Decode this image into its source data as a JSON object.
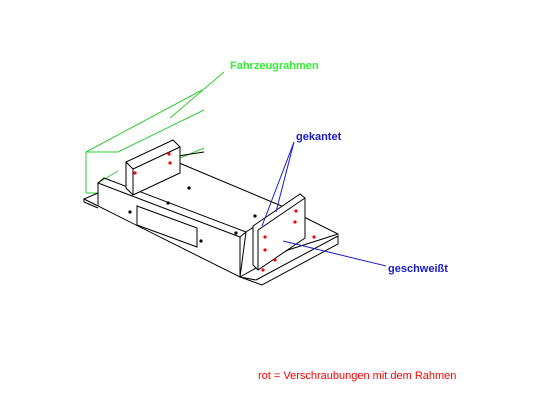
{
  "labels": {
    "vehicle_frame": "Fahrzeugrahmen",
    "bent": "gekantet",
    "welded": "geschweißt"
  },
  "legend": {
    "text": "rot = Verschraubungen mit dem Rahmen"
  },
  "colors": {
    "frame_line": "#33cc33",
    "frame_label": "#33ee33",
    "callout_line": "#1a1acc",
    "callout_label": "#1a1acc",
    "outline": "#000000",
    "bolt": "#ff0000",
    "rivet": "#000000",
    "legend": "#ff0000"
  }
}
